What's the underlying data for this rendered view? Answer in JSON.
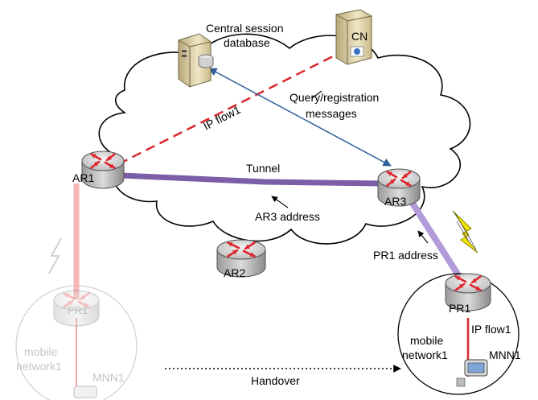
{
  "labels": {
    "central_db": [
      "Central session",
      "database"
    ],
    "cn": "CN",
    "query_messages": [
      "Query/registration",
      "messages"
    ],
    "ip_flow_cloud": "IP flow1",
    "ar1": "AR1",
    "ar2": "AR2",
    "ar3": "AR3",
    "tunnel": "Tunnel",
    "ar3_address": "AR3 address",
    "pr1_address": "PR1 address",
    "pr1": "PR1",
    "mobile_network": [
      "mobile",
      "network1"
    ],
    "mnn1": "MNN1",
    "ip_flow_mobile": "IP flow1",
    "handover": "Handover"
  },
  "colors": {
    "router_body": "#d9d9d9",
    "router_arrows": "#e0242b",
    "tunnel": "#7b5ea7",
    "pr1_link": "#b19cd9",
    "old_link": "#f4b6b6",
    "ip_flow": "#d8282e",
    "query_arrow": "#2e5e99",
    "lightning": "#f5e400"
  }
}
